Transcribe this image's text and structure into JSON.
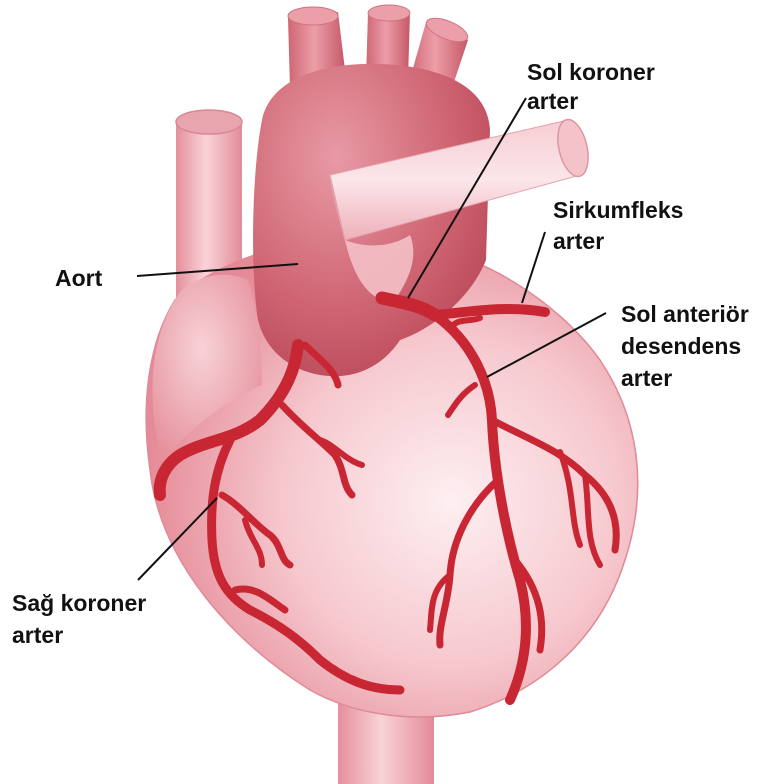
{
  "labels": {
    "sol_koroner": [
      "Sol koroner",
      "arter"
    ],
    "sirkumfleks": [
      "Sirkumfleks",
      "arter"
    ],
    "aort": [
      "Aort"
    ],
    "sol_anterior": [
      "Sol anteriör",
      "desendens",
      "arter"
    ],
    "sag_koroner": [
      "Sağ koroner",
      "arter"
    ]
  },
  "colors": {
    "background": "#ffffff",
    "heart_light": "#fbe1e4",
    "heart_mid": "#ef9aa4",
    "heart_dark": "#c4505f",
    "aorta": "#c75562",
    "vein": "#f0b7bf",
    "artery": "#c82633",
    "text": "#111111"
  }
}
